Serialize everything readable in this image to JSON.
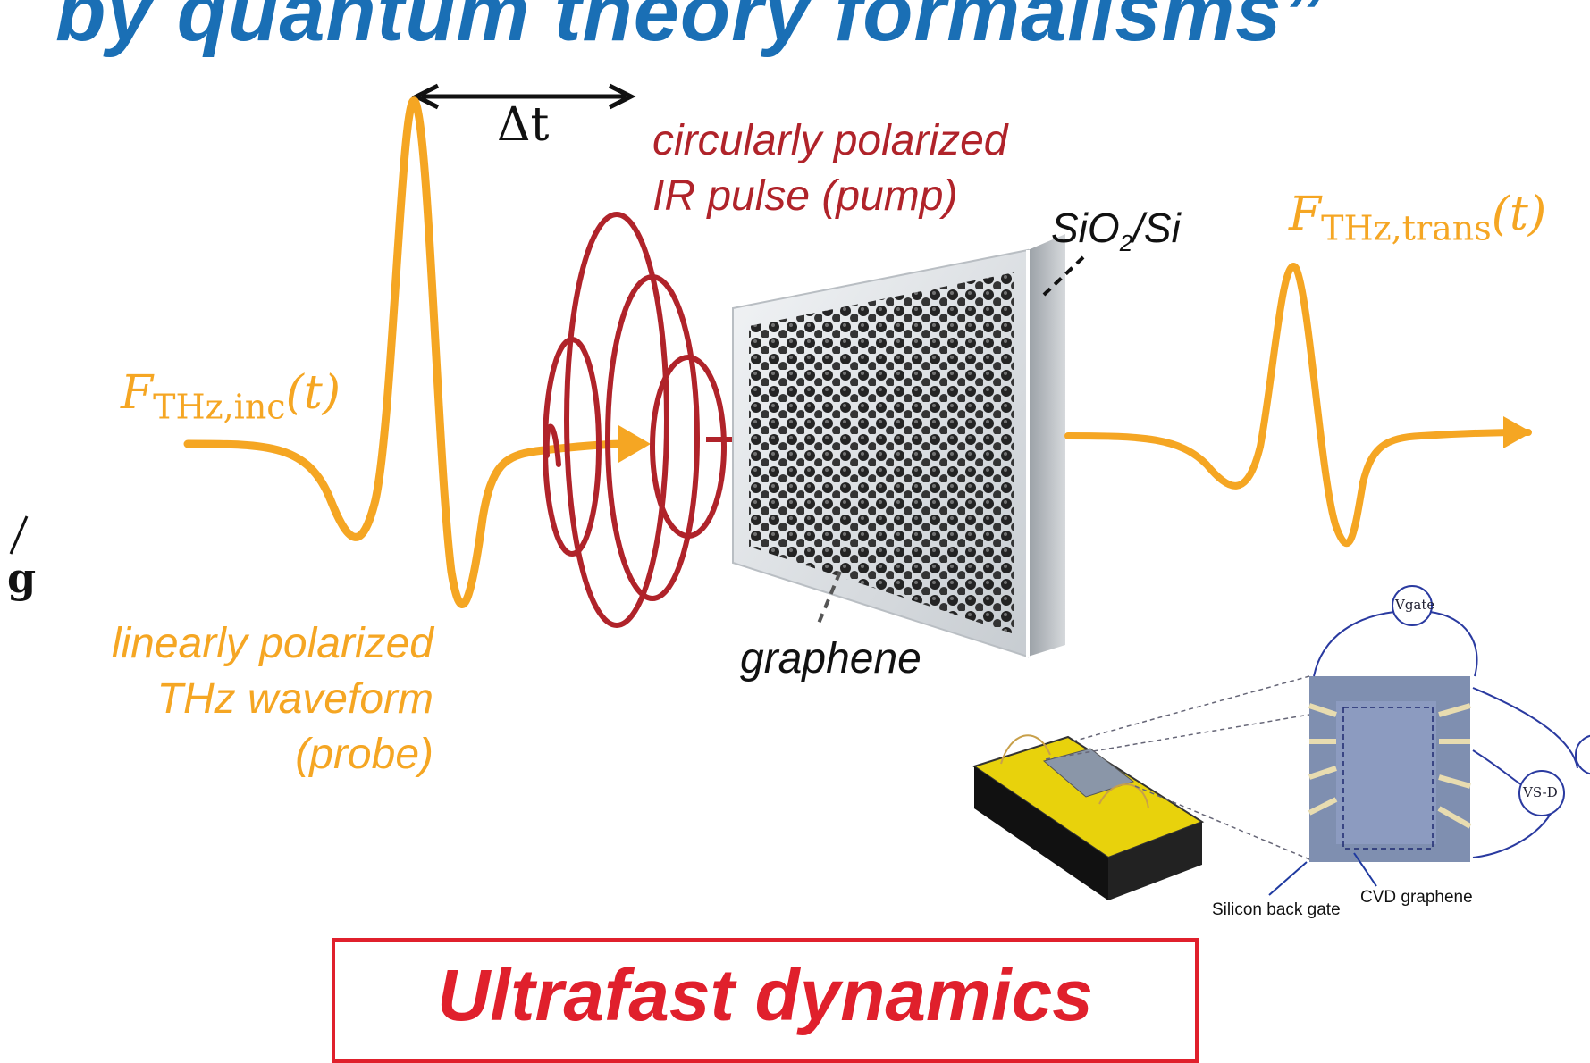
{
  "title": "by quantum theory formalisms”",
  "delta_t": "Δt",
  "pump_label_line1": "circularly polarized",
  "pump_label_line2": "IR pulse (pump)",
  "substrate_label": {
    "main": "SiO",
    "sub": "2",
    "rest": "/Si"
  },
  "incident_field": {
    "symbol": "F",
    "sub": "THz,inc",
    "arg": "(t)"
  },
  "transmitted_field": {
    "symbol": "F",
    "sub": "THz,trans",
    "arg": "(t)"
  },
  "probe_label_line1": "linearly polarized",
  "probe_label_line2": "THz waveform",
  "probe_label_line3": "(probe)",
  "graphene_label": "graphene",
  "cut_off_label": "g",
  "device": {
    "v_gate": "Vgate",
    "v_sd": "VS-D",
    "silicon_back_gate": "Silicon back gate",
    "cvd_graphene": "CVD graphene"
  },
  "box_text": "Ultrafast dynamics",
  "colors": {
    "title": "#1a6fb5",
    "thz": "#f5a623",
    "pump": "#b0232a",
    "box": "#e0202c"
  }
}
